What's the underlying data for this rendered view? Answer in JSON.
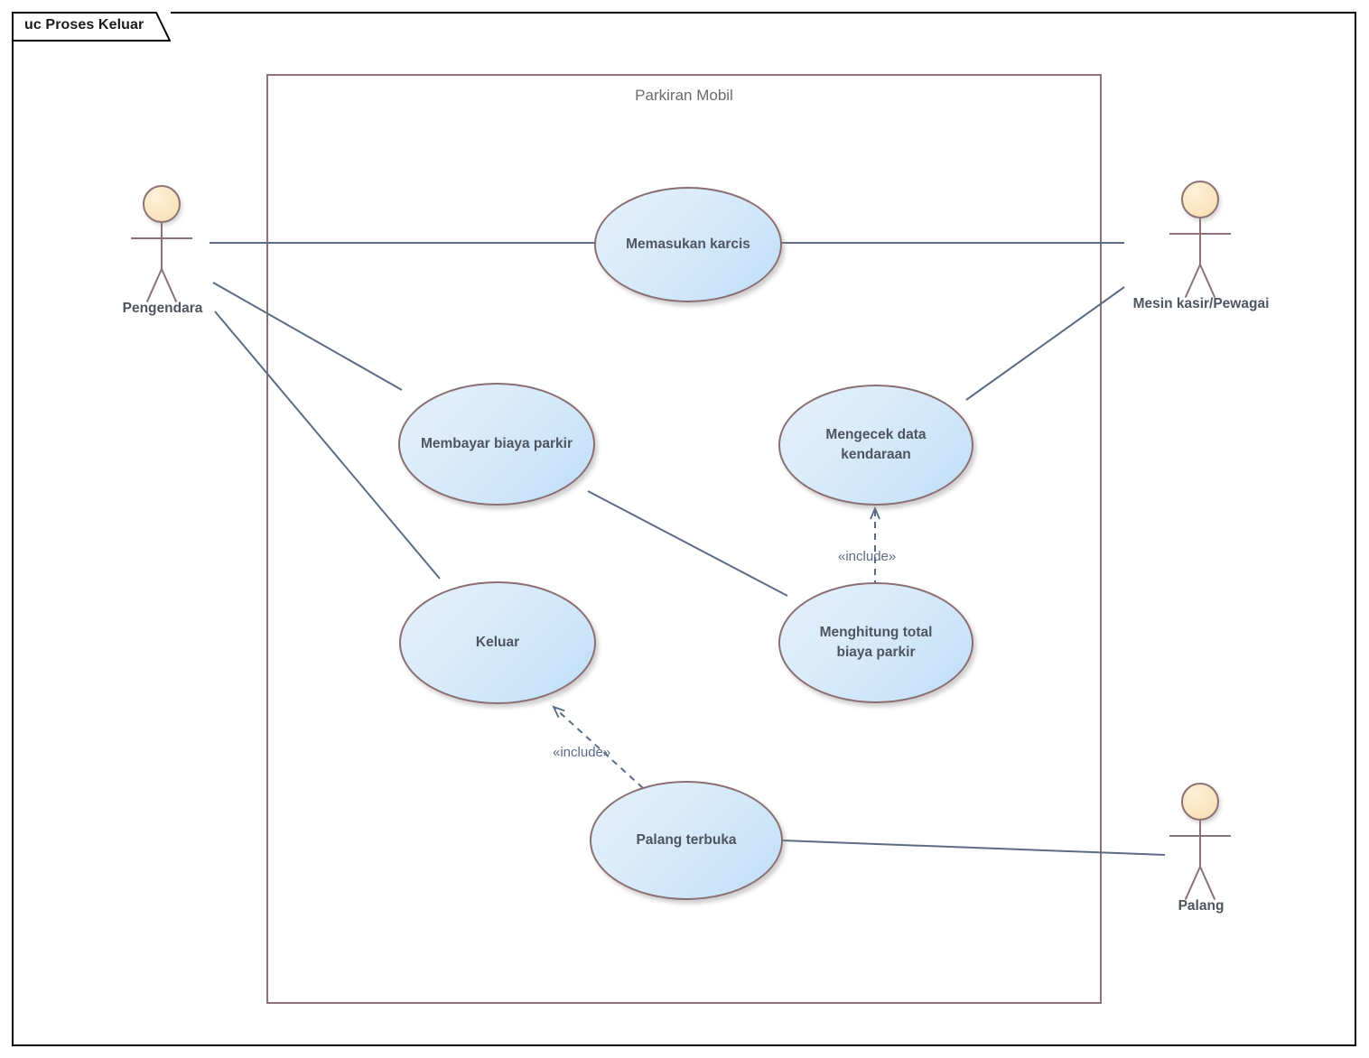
{
  "diagram": {
    "title_tab": "uc Proses Keluar",
    "boundary_label": "Parkiran Mobil",
    "colors": {
      "frame_border": "#000000",
      "boundary_border": "#8b7375",
      "ellipse_border": "#8b6f70",
      "ellipse_fill_light": "#e3f0fb",
      "ellipse_fill_dark": "#bddcf6",
      "association_line": "#5c6b85",
      "actor_outline": "#8b7375",
      "actor_head_fill": "#fbe5c0",
      "label_text": "#4e5560",
      "boundary_text": "#6b6b6b"
    }
  },
  "actors": [
    {
      "id": "pengendara",
      "label": "Pengendara"
    },
    {
      "id": "mesin-kasir",
      "label": "Mesin kasir/Pewagai"
    },
    {
      "id": "palang",
      "label": "Palang"
    }
  ],
  "use_cases": [
    {
      "id": "memasukan-karcis",
      "label": "Memasukan karcis"
    },
    {
      "id": "membayar-biaya-parkir",
      "label": "Membayar biaya parkir"
    },
    {
      "id": "mengecek-data-kendaraan",
      "label": "Mengecek data\nkendaraan"
    },
    {
      "id": "menghitung-total-biaya-parkir",
      "label": "Menghitung total\nbiaya parkir"
    },
    {
      "id": "keluar",
      "label": "Keluar"
    },
    {
      "id": "palang-terbuka",
      "label": "Palang terbuka"
    }
  ],
  "relationships": {
    "include_1_label": "«include»",
    "include_2_label": "«include»",
    "associations": [
      {
        "from": "pengendara",
        "to": "memasukan-karcis"
      },
      {
        "from": "memasukan-karcis",
        "to": "mesin-kasir"
      },
      {
        "from": "pengendara",
        "to": "membayar-biaya-parkir"
      },
      {
        "from": "pengendara",
        "to": "keluar"
      },
      {
        "from": "membayar-biaya-parkir",
        "to": "menghitung-total-biaya-parkir"
      },
      {
        "from": "mesin-kasir",
        "to": "mengecek-data-kendaraan"
      },
      {
        "from": "palang-terbuka",
        "to": "palang"
      }
    ],
    "includes": [
      {
        "from": "menghitung-total-biaya-parkir",
        "to": "mengecek-data-kendaraan"
      },
      {
        "from": "palang-terbuka",
        "to": "keluar"
      }
    ]
  }
}
